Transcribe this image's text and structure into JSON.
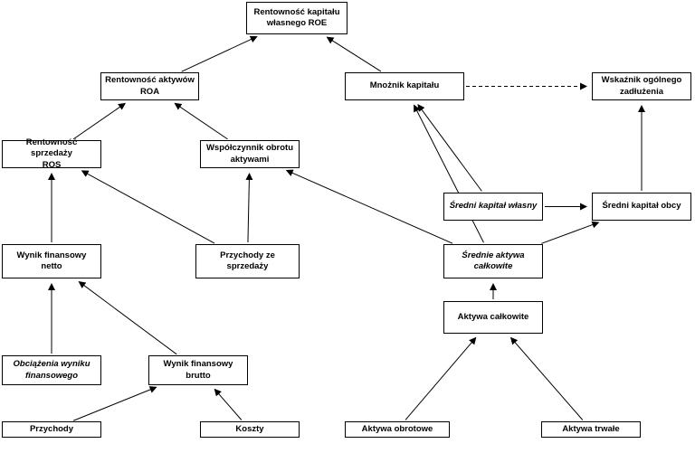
{
  "nodes": {
    "roe": {
      "line1": "Rentowność kapitału",
      "line2": "własnego ROE"
    },
    "roa": {
      "line1": "Rentowność aktywów",
      "line2": "ROA"
    },
    "mnoznik": {
      "line1": "Mnożnik kapitału"
    },
    "wskaznik": {
      "line1": "Wskaźnik ogólnego",
      "line2": "zadłużenia"
    },
    "ros": {
      "line1": "Rentowność sprzedaży",
      "line2": "ROS"
    },
    "wspolczynnik": {
      "line1": "Współczynnik obrotu",
      "line2": "aktywami"
    },
    "sredni_wlasny": {
      "line1": "Średni kapitał własny"
    },
    "sredni_obcy": {
      "line1": "Średni kapitał obcy"
    },
    "wynik_netto": {
      "line1": "Wynik finansowy netto"
    },
    "przychody_sprzedazy": {
      "line1": "Przychody ze sprzedaży"
    },
    "srednie_aktywa": {
      "line1": "Średnie aktywa",
      "line2": "całkowite"
    },
    "aktywa_calkowite": {
      "line1": "Aktywa całkowite"
    },
    "obciazenia": {
      "line1": "Obciążenia wyniku",
      "line2": "finansowego"
    },
    "wynik_brutto": {
      "line1": "Wynik finansowy brutto"
    },
    "przychody": {
      "line1": "Przychody"
    },
    "koszty": {
      "line1": "Koszty"
    },
    "aktywa_obrotowe": {
      "line1": "Aktywa obrotowe"
    },
    "aktywa_trwale": {
      "line1": "Aktywa trwałe"
    }
  },
  "edges": [
    {
      "from": "roa",
      "to": "roe",
      "style": "solid"
    },
    {
      "from": "mnoznik",
      "to": "roe",
      "style": "solid"
    },
    {
      "from": "mnoznik",
      "to": "wskaznik",
      "style": "dashed"
    },
    {
      "from": "ros",
      "to": "roa",
      "style": "solid"
    },
    {
      "from": "wspolczynnik",
      "to": "roa",
      "style": "solid"
    },
    {
      "from": "sredni_wlasny",
      "to": "mnoznik",
      "style": "solid"
    },
    {
      "from": "srednie_aktywa",
      "to": "mnoznik",
      "style": "solid"
    },
    {
      "from": "sredni_wlasny",
      "to": "sredni_obcy",
      "style": "solid"
    },
    {
      "from": "sredni_obcy",
      "to": "wskaznik",
      "style": "solid"
    },
    {
      "from": "wynik_netto",
      "to": "ros",
      "style": "solid"
    },
    {
      "from": "przychody_sprzedazy",
      "to": "ros",
      "style": "solid"
    },
    {
      "from": "przychody_sprzedazy",
      "to": "wspolczynnik",
      "style": "solid"
    },
    {
      "from": "srednie_aktywa",
      "to": "wspolczynnik",
      "style": "solid"
    },
    {
      "from": "srednie_aktywa",
      "to": "sredni_obcy",
      "style": "solid"
    },
    {
      "from": "aktywa_calkowite",
      "to": "srednie_aktywa",
      "style": "solid"
    },
    {
      "from": "obciazenia",
      "to": "wynik_netto",
      "style": "solid"
    },
    {
      "from": "wynik_brutto",
      "to": "wynik_netto",
      "style": "solid"
    },
    {
      "from": "przychody",
      "to": "wynik_brutto",
      "style": "solid"
    },
    {
      "from": "koszty",
      "to": "wynik_brutto",
      "style": "solid"
    },
    {
      "from": "aktywa_obrotowe",
      "to": "aktywa_calkowite",
      "style": "solid"
    },
    {
      "from": "aktywa_trwale",
      "to": "aktywa_calkowite",
      "style": "solid"
    }
  ]
}
